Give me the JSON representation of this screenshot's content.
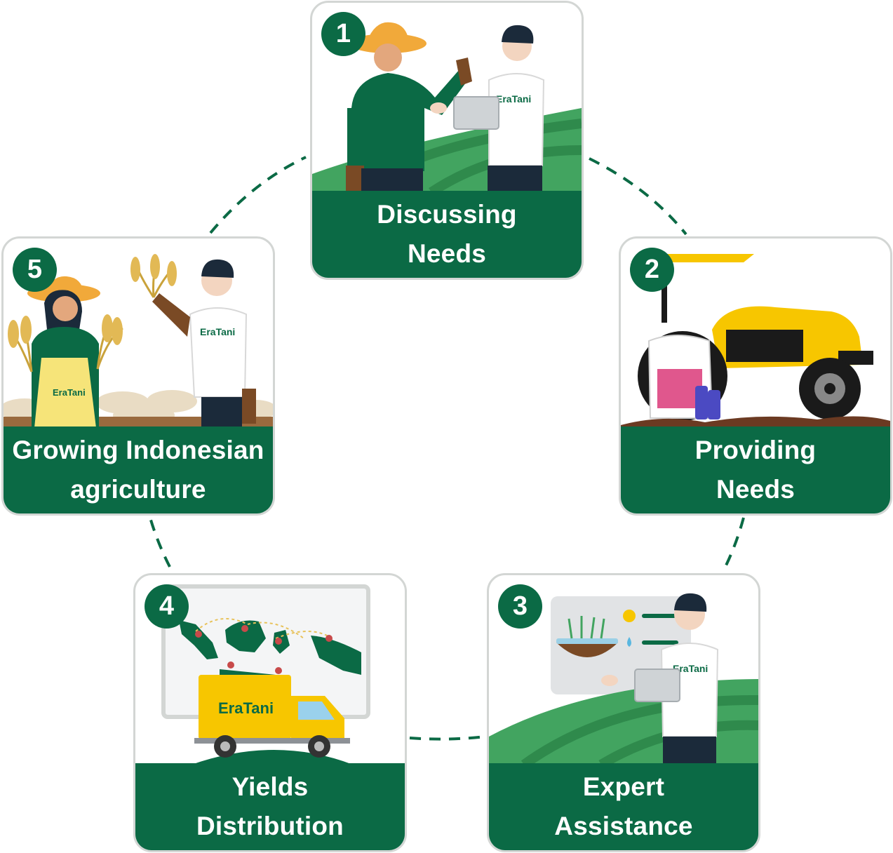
{
  "diagram": {
    "steps": [
      {
        "number": "1",
        "title_line1": "Discussing",
        "title_line2": "Needs"
      },
      {
        "number": "2",
        "title_line1": "Providing",
        "title_line2": "Needs"
      },
      {
        "number": "3",
        "title_line1": "Expert",
        "title_line2": "Assistance"
      },
      {
        "number": "4",
        "title_line1": "Yields",
        "title_line2": "Distribution"
      },
      {
        "number": "5",
        "title_line1": "Growing Indonesian",
        "title_line2": "agriculture"
      }
    ],
    "brand_text": "EraTani",
    "colors": {
      "primary_green": "#0b6a45",
      "field_green": "#42a460",
      "accent_yellow": "#f7c600",
      "card_border": "#d3d6d4"
    },
    "icons": {
      "step1": "farmer-consultation-illustration",
      "step2": "tractor-fertilizer-illustration",
      "step3": "expert-monitoring-illustration",
      "step4": "delivery-truck-map-illustration",
      "step5": "harvest-celebration-illustration"
    }
  }
}
